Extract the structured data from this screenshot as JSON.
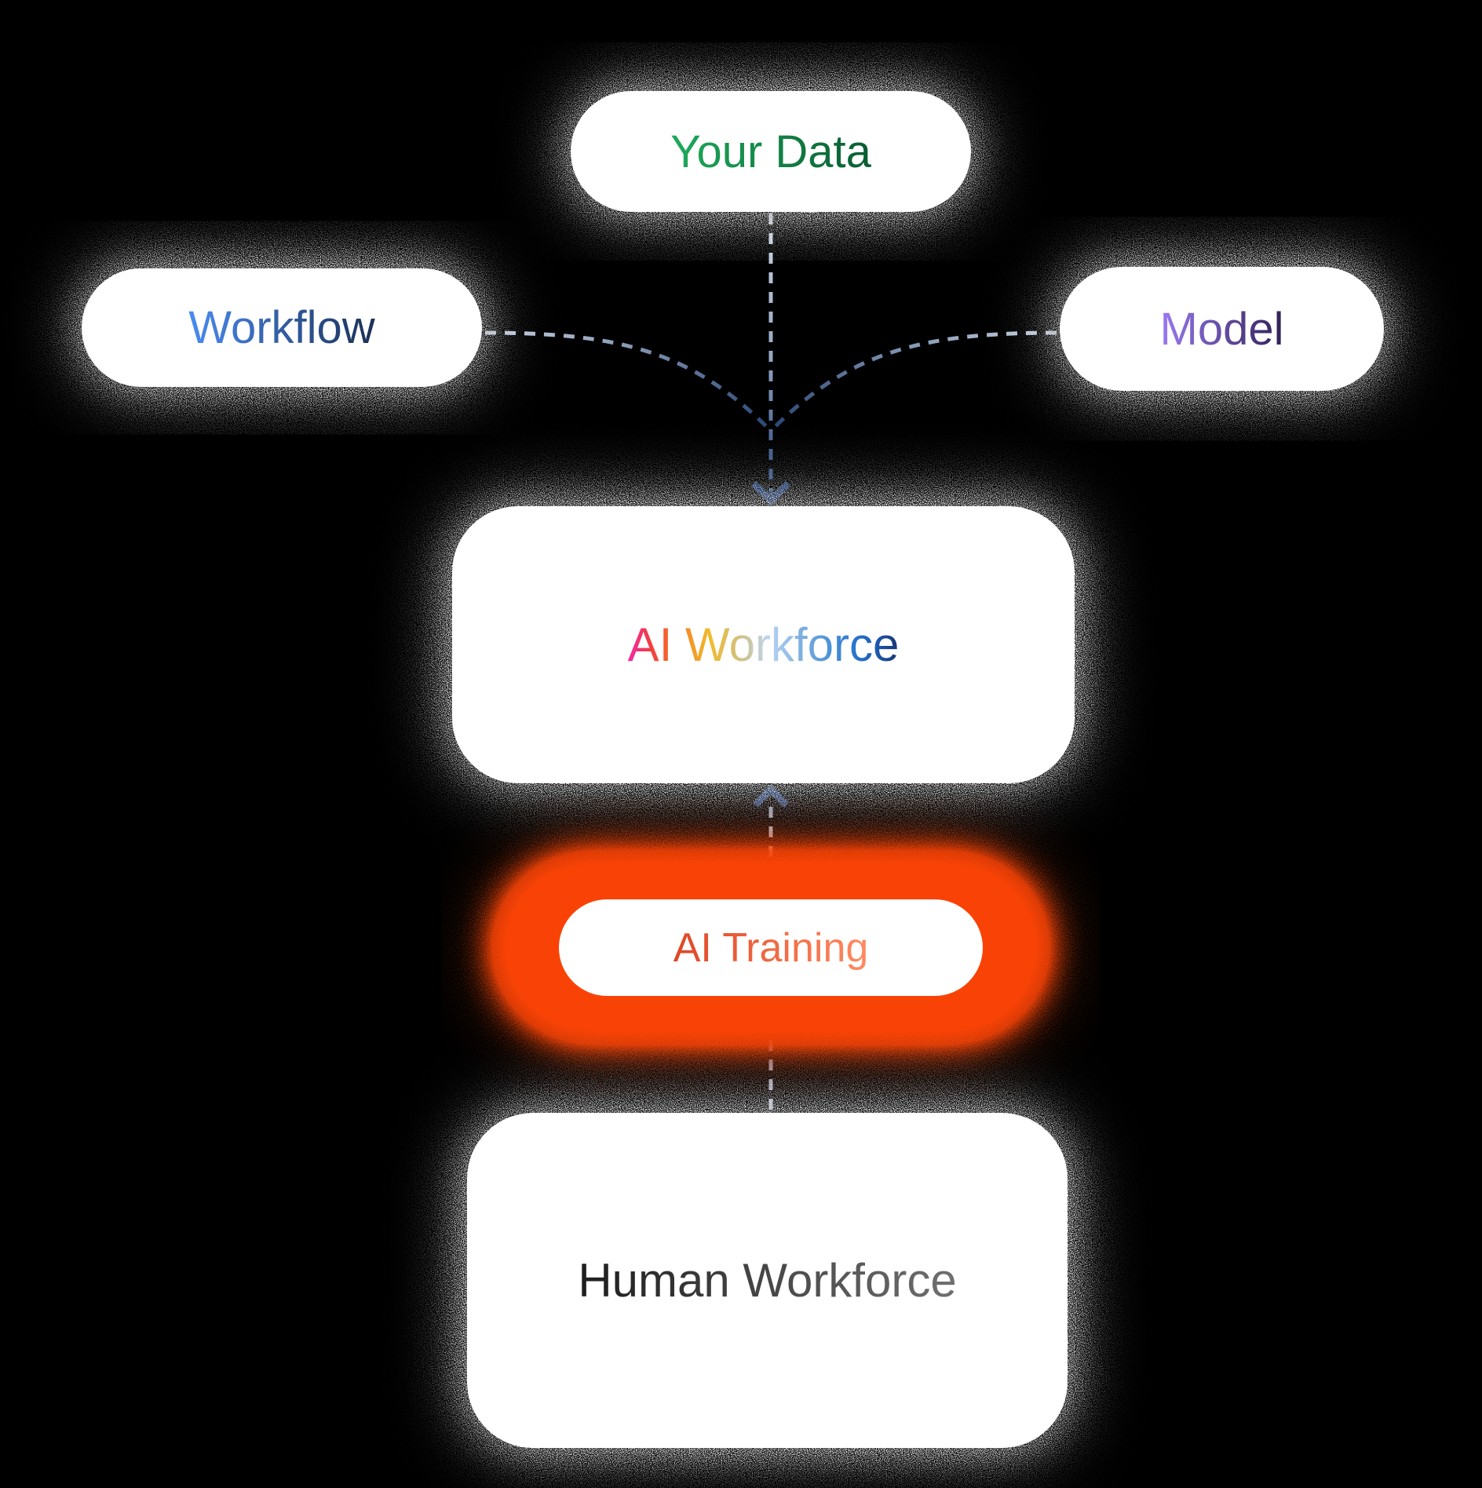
{
  "canvas": {
    "background": "#000000"
  },
  "nodes": {
    "your_data": {
      "label": "Your Data",
      "text_color_start": "#1FAB5C",
      "text_color_end": "#095C31"
    },
    "workflow": {
      "label": "Workflow",
      "text_color_start": "#4A8CF2",
      "text_color_end": "#1B3055"
    },
    "model": {
      "label": "Model",
      "text_color_start": "#9A7AF2",
      "text_color_end": "#302155"
    },
    "ai_workforce": {
      "label": "AI Workforce",
      "text_gradient": [
        "#F32AA6",
        "#F23B42",
        "#F57F21",
        "#F0BB2C",
        "#D2C07E",
        "#BAD5F1",
        "#87B5E5",
        "#5E9CD8",
        "#2E7CD2",
        "#1E5CB3",
        "#163572"
      ]
    },
    "ai_training": {
      "label": "AI Training",
      "text_color_start": "#DE4726",
      "text_color_end": "#FF8B60",
      "glow_color": "#F94306"
    },
    "human_workforce": {
      "label": "Human Workforce",
      "text_color_start": "#1D1D1D",
      "text_color_end": "#707070"
    }
  },
  "connectors": {
    "dash_color_light": "#CDD6E3",
    "dash_color_mid": "#8B9CB9",
    "dash_color_dark": "#27426F",
    "arrow_color": "#1F3866",
    "links": [
      {
        "from": "Your Data",
        "to": "AI Workforce",
        "style": "dashed, arrow pointing down into AI Workforce"
      },
      {
        "from": "Workflow",
        "to": "AI Workforce",
        "style": "dashed curve merging into center line"
      },
      {
        "from": "Model",
        "to": "AI Workforce",
        "style": "dashed curve merging into center line"
      },
      {
        "from": "AI Training",
        "to": "AI Workforce",
        "style": "dashed, arrow pointing up into AI Workforce"
      },
      {
        "from": "Human Workforce",
        "to": "AI Training",
        "style": "dashed, arrow pointing up into AI Training"
      }
    ]
  }
}
